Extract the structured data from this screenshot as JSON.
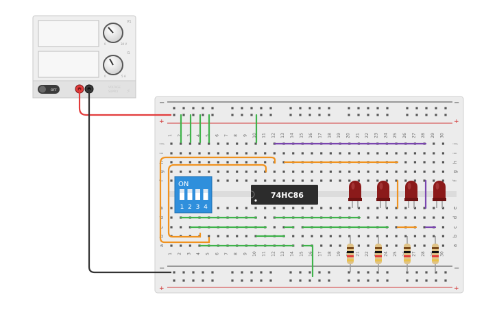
{
  "power_supply": {
    "voltage_knob": {
      "label": "V1",
      "min_label": "0",
      "max_label": "30 V"
    },
    "current_knob": {
      "label": "I1",
      "min_label": "0",
      "max_label": "5 A"
    },
    "switch_label": "OFF",
    "brand_line1": "VOLTAGE",
    "brand_line2": "SUPPLY"
  },
  "breadboard": {
    "rail_minus": "−",
    "rail_plus": "+",
    "column_numbers": [
      "1",
      "2",
      "3",
      "4",
      "5",
      "6",
      "7",
      "8",
      "9",
      "10",
      "11",
      "12",
      "13",
      "14",
      "15",
      "16",
      "17",
      "18",
      "19",
      "20",
      "21",
      "22",
      "23",
      "24",
      "25",
      "26",
      "27",
      "28",
      "29",
      "30"
    ],
    "row_letters_top": [
      "j",
      "i",
      "h",
      "g",
      "f"
    ],
    "row_letters_bottom": [
      "e",
      "d",
      "c",
      "b",
      "a"
    ]
  },
  "dip_switch": {
    "on_label": "ON",
    "switch_numbers": [
      "1",
      "2",
      "3",
      "4"
    ]
  },
  "ic": {
    "label": "74HC86"
  },
  "leds": {
    "count": 4,
    "color": "#8b1a1a"
  },
  "resistors": {
    "count": 4
  },
  "colors": {
    "wire_red": "#e23b3b",
    "wire_black": "#333333",
    "wire_green": "#3fb34a",
    "wire_orange": "#f0921e",
    "wire_purple": "#7a45b0",
    "dip_blue": "#2f8fdc",
    "ic_body": "#2c2c2c"
  }
}
